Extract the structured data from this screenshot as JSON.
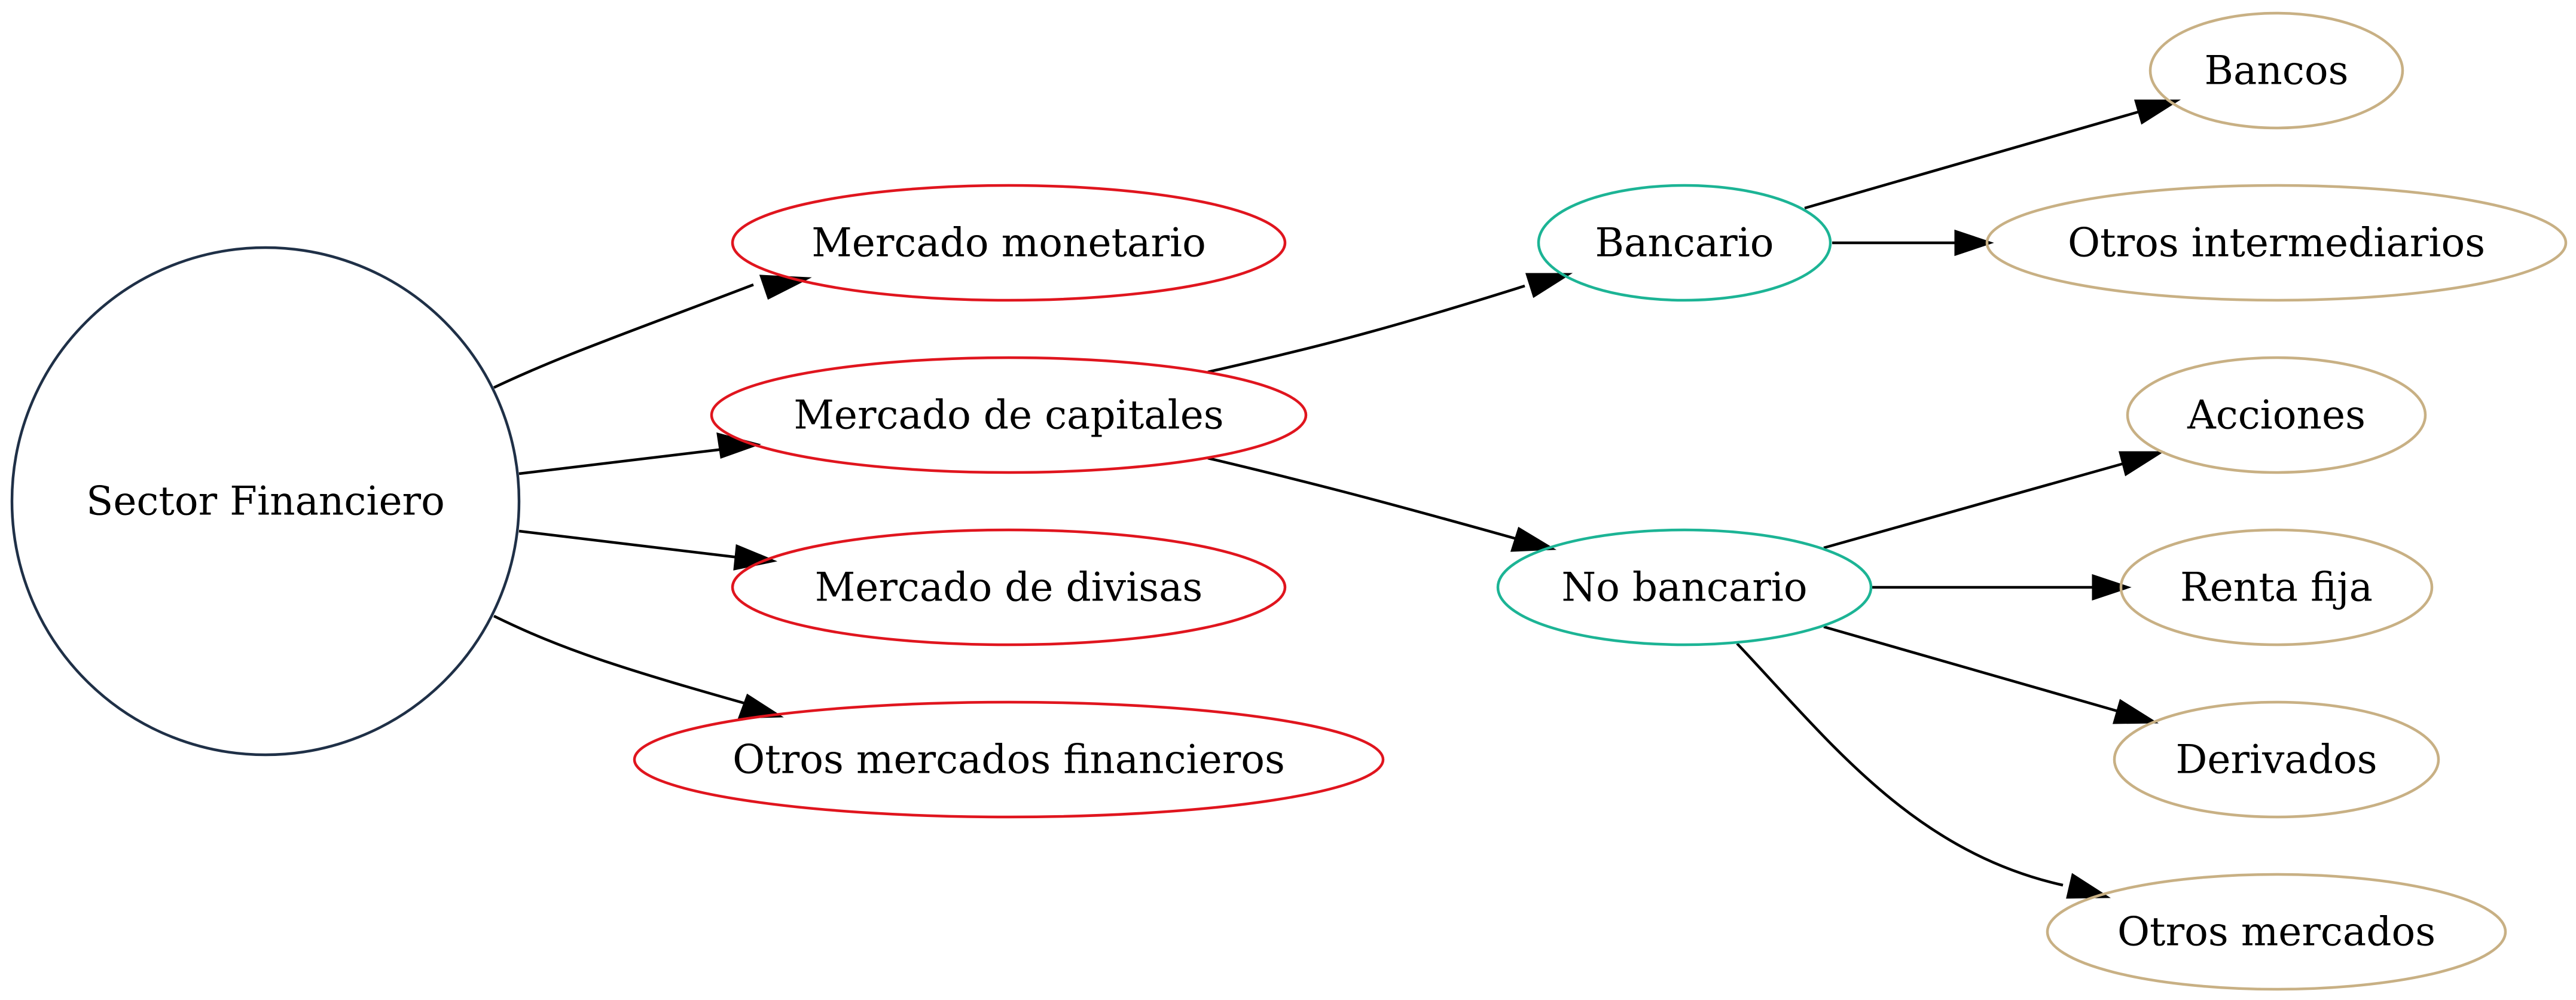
{
  "colors": {
    "root": "#1f3047",
    "market": "#e0151e",
    "segment": "#1cb495",
    "leaf": "#c8b084",
    "edge": "#000000"
  },
  "nodes": {
    "sector_financiero": {
      "label": "Sector Financiero",
      "level": "root"
    },
    "mercado_monetario": {
      "label": "Mercado monetario",
      "level": "market"
    },
    "mercado_capitales": {
      "label": "Mercado de capitales",
      "level": "market"
    },
    "mercado_divisas": {
      "label": "Mercado de divisas",
      "level": "market"
    },
    "otros_mercados_financieros": {
      "label": "Otros mercados financieros",
      "level": "market"
    },
    "bancario": {
      "label": "Bancario",
      "level": "segment"
    },
    "no_bancario": {
      "label": "No bancario",
      "level": "segment"
    },
    "bancos": {
      "label": "Bancos",
      "level": "leaf"
    },
    "otros_intermediarios": {
      "label": "Otros intermediarios",
      "level": "leaf"
    },
    "acciones": {
      "label": "Acciones",
      "level": "leaf"
    },
    "renta_fija": {
      "label": "Renta fija",
      "level": "leaf"
    },
    "derivados": {
      "label": "Derivados",
      "level": "leaf"
    },
    "otros_mercados": {
      "label": "Otros mercados",
      "level": "leaf"
    }
  },
  "edges": [
    {
      "from": "sector_financiero",
      "to": "mercado_monetario"
    },
    {
      "from": "sector_financiero",
      "to": "mercado_capitales"
    },
    {
      "from": "sector_financiero",
      "to": "mercado_divisas"
    },
    {
      "from": "sector_financiero",
      "to": "otros_mercados_financieros"
    },
    {
      "from": "mercado_capitales",
      "to": "bancario"
    },
    {
      "from": "mercado_capitales",
      "to": "no_bancario"
    },
    {
      "from": "bancario",
      "to": "bancos"
    },
    {
      "from": "bancario",
      "to": "otros_intermediarios"
    },
    {
      "from": "no_bancario",
      "to": "acciones"
    },
    {
      "from": "no_bancario",
      "to": "renta_fija"
    },
    {
      "from": "no_bancario",
      "to": "derivados"
    },
    {
      "from": "no_bancario",
      "to": "otros_mercados"
    }
  ]
}
